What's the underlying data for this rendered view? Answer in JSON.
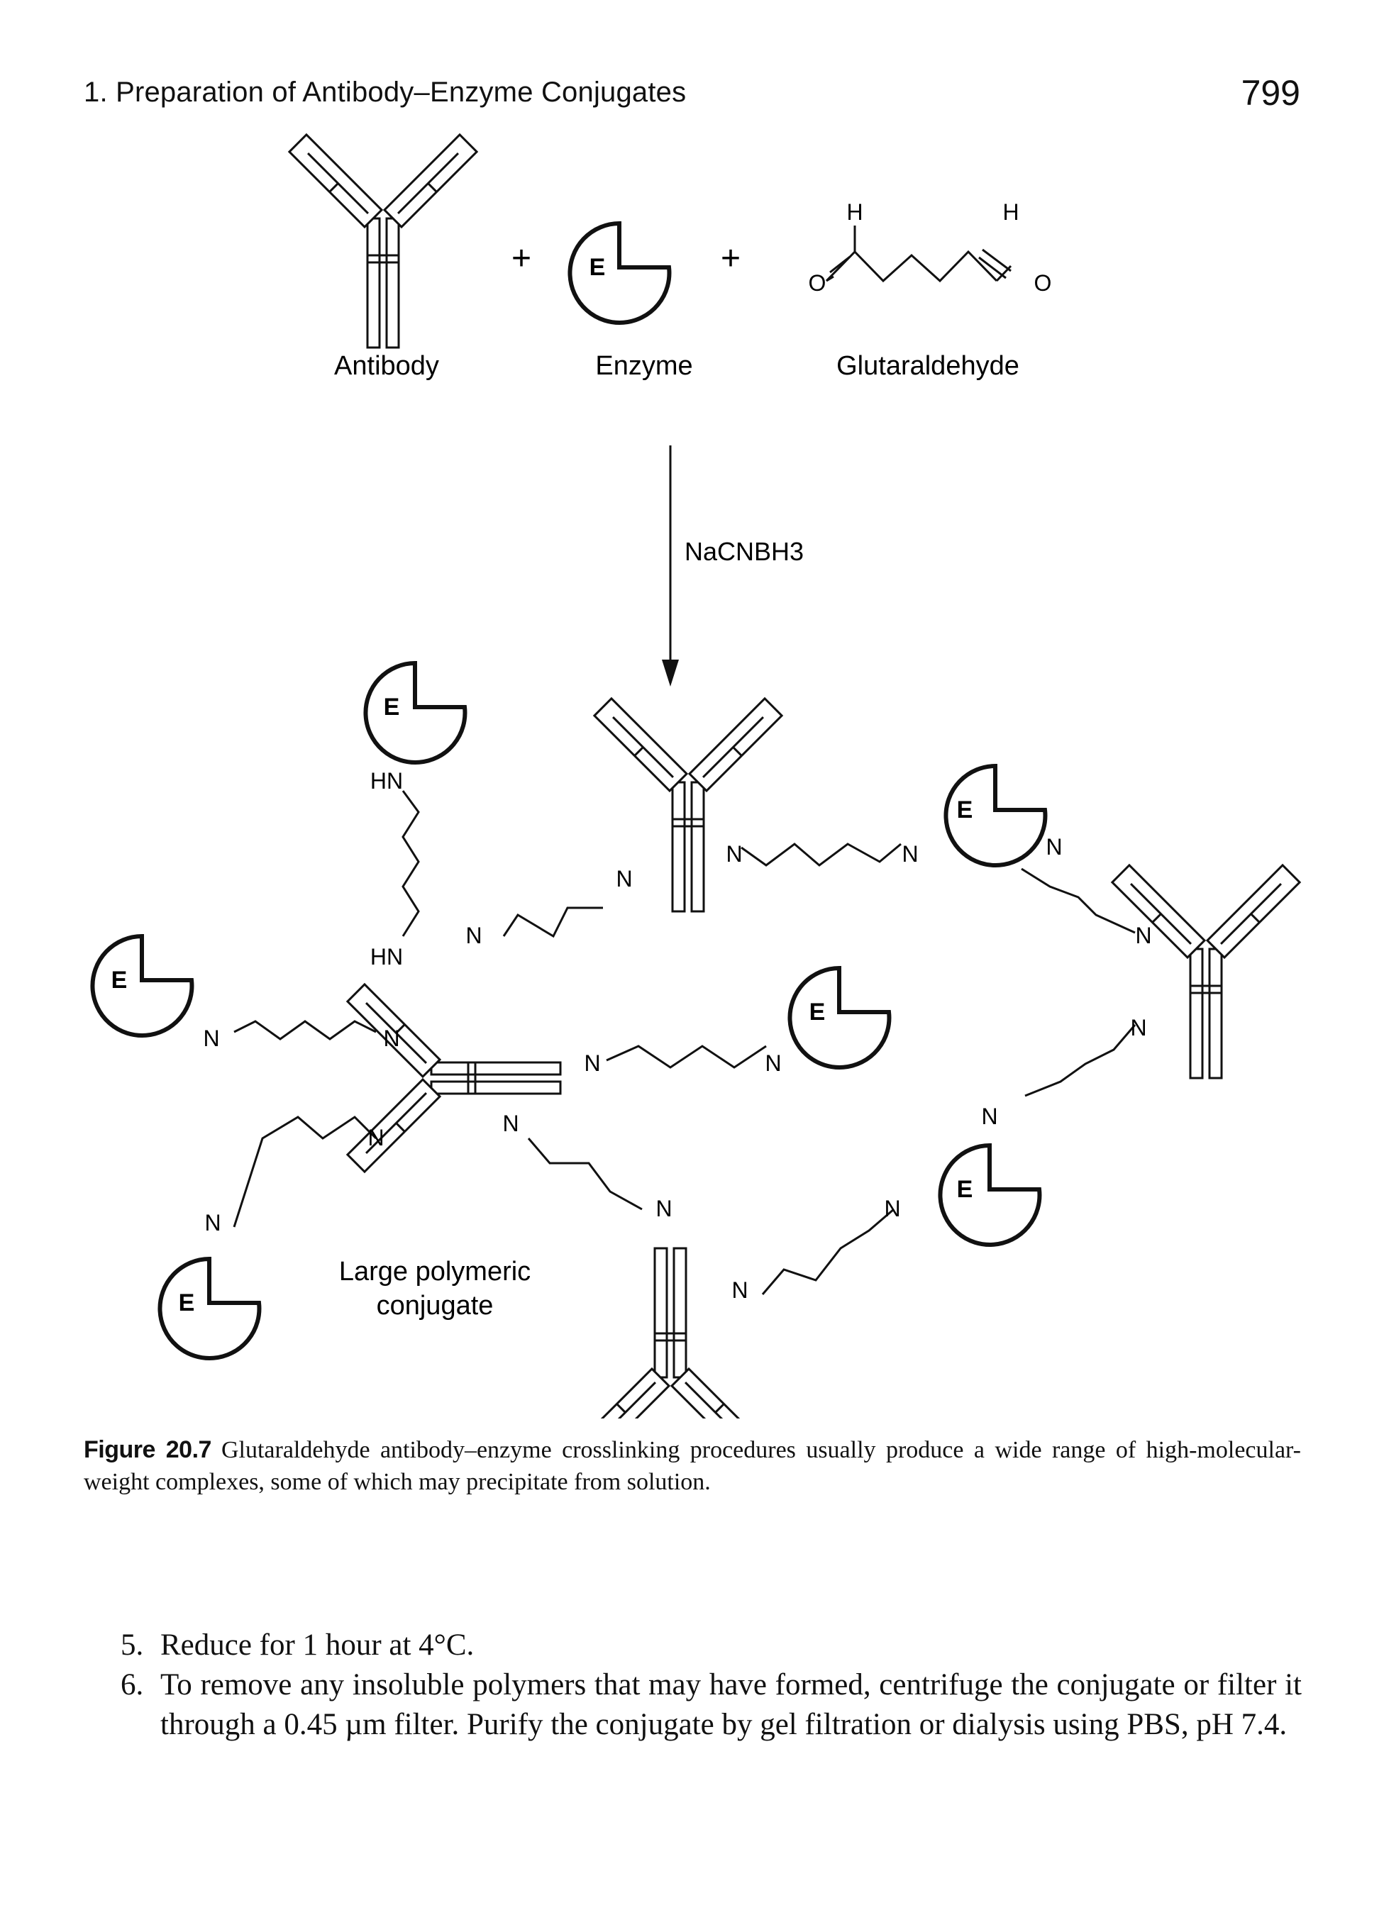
{
  "header": {
    "running_title": "1. Preparation of Antibody–Enzyme Conjugates",
    "page_number": "799"
  },
  "figure": {
    "reactants": {
      "antibody": "Antibody",
      "enzyme": "Enzyme",
      "glutaraldehyde": "Glutaraldehyde",
      "plus": "+"
    },
    "atoms": {
      "H": "H",
      "O": "O",
      "N": "N",
      "HN": "HN"
    },
    "enzyme_symbol": "E",
    "reagent": "NaCNBH3",
    "product_label_line1": "Large polymeric",
    "product_label_line2": "conjugate"
  },
  "caption": {
    "label": "Figure 20.7",
    "text": "Glutaraldehyde antibody–enzyme crosslinking procedures usually produce a wide range of high-molecular-weight complexes, some of which may precipitate from solution."
  },
  "steps": [
    {
      "num": "5.",
      "text": "Reduce for 1 hour at 4°C."
    },
    {
      "num": "6.",
      "text": "To remove any insoluble polymers that may have formed, centrifuge the conjugate or filter it through a 0.45 µm filter. Purify the conjugate by gel filtration or dialysis using PBS, pH 7.4."
    }
  ]
}
